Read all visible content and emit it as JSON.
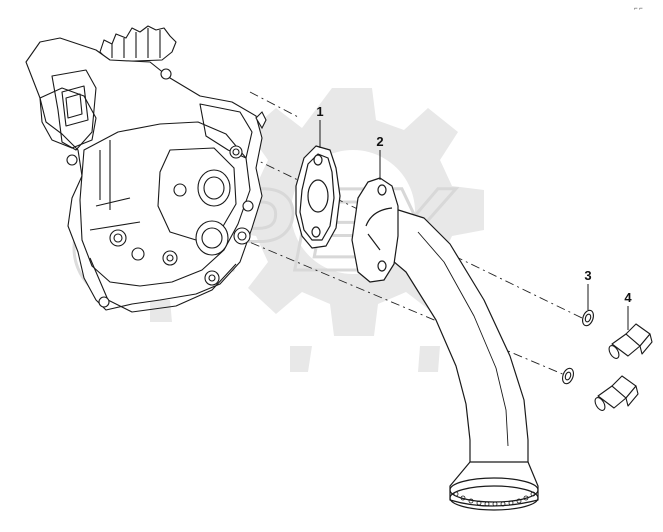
{
  "diagram": {
    "watermark": {
      "icon": "gear-logo",
      "text": "PEX"
    },
    "corner_mark": "⌐ ⌐",
    "callouts": [
      {
        "id": "1",
        "label": "1",
        "part": "gasket-oil-pump"
      },
      {
        "id": "2",
        "label": "2",
        "part": "gasket-pipe-flange"
      },
      {
        "id": "3",
        "label": "3",
        "part": "washer"
      },
      {
        "id": "4",
        "label": "4",
        "part": "bolt"
      }
    ],
    "colors": {
      "line": "#1a1a1a",
      "watermark": "#e6e6e6",
      "background": "#ffffff"
    }
  }
}
